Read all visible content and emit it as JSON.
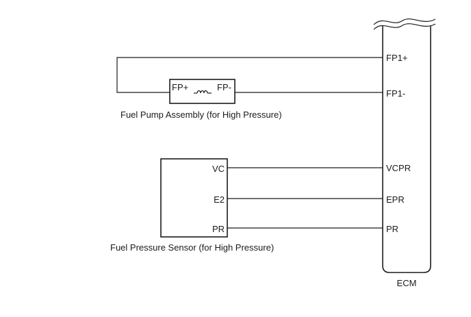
{
  "ecm": {
    "label": "ECM",
    "pins": {
      "fp1_plus": "FP1+",
      "fp1_minus": "FP1-",
      "vcpr": "VCPR",
      "epr": "EPR",
      "pr": "PR"
    }
  },
  "fuel_pump": {
    "caption": "Fuel Pump Assembly (for High Pressure)",
    "pins": {
      "fp_plus": "FP+",
      "fp_minus": "FP-"
    }
  },
  "pressure_sensor": {
    "caption": "Fuel Pressure Sensor (for High Pressure)",
    "pins": {
      "vc": "VC",
      "e2": "E2",
      "pr": "PR"
    }
  }
}
